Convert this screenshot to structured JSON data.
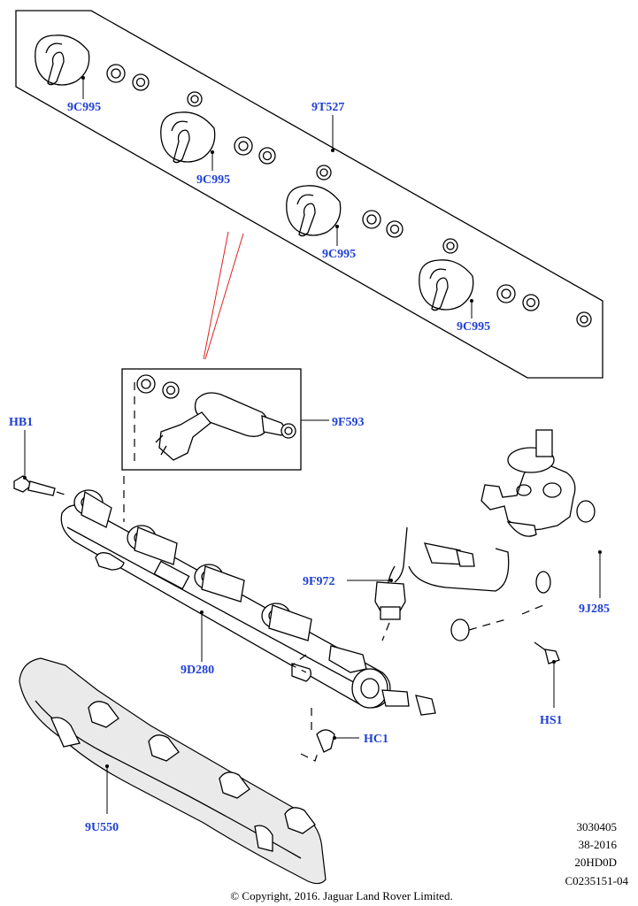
{
  "diagram": {
    "callouts": {
      "c9C995a": "9C995",
      "c9C995b": "9C995",
      "c9C995c": "9C995",
      "c9C995d": "9C995",
      "c9T527": "9T527",
      "c9F593": "9F593",
      "cHB1": "HB1",
      "c9F972": "9F972",
      "c9J285": "9J285",
      "c9D280": "9D280",
      "cHS1": "HS1",
      "cHC1": "HC1",
      "c9U550": "9U550"
    },
    "reference_codes": [
      "3030405",
      "38-2016",
      "20HD0D",
      "C0235151-04"
    ],
    "copyright": "© Copyright, 2016. Jaguar Land Rover Limited."
  },
  "colors": {
    "callout_text": "#1f3fd6",
    "line_art": "#000000",
    "highlight_lines": "#e02020",
    "background": "#ffffff"
  }
}
